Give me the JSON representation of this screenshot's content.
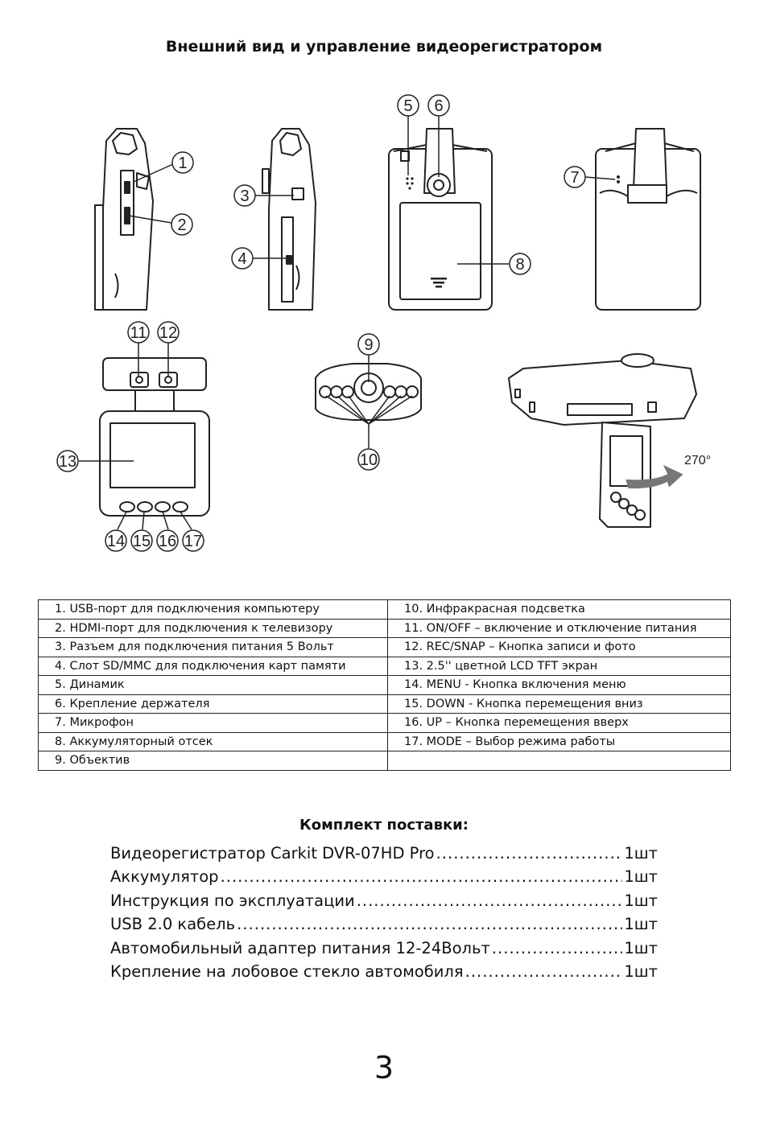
{
  "title": "Внешний вид и  управление видеорегистратором",
  "callouts": [
    "1",
    "2",
    "3",
    "4",
    "5",
    "6",
    "7",
    "8",
    "9",
    "10",
    "11",
    "12",
    "13",
    "14",
    "15",
    "16",
    "17"
  ],
  "rotation_label": "270°",
  "legend": {
    "left": [
      "1. USB-порт для подключения компьютеру",
      "2. HDMI-порт для подключения к телевизору",
      "3. Разъем для подключения питания 5 Вольт",
      "4. Слот SD/MMC для подключения карт памяти",
      "5. Динамик",
      "6. Крепление держателя",
      "7. Микрофон",
      "8. Аккумуляторный отсек",
      "9. Объектив"
    ],
    "right": [
      "10. Инфракрасная подсветка",
      "11. ON/OFF – включение и отключение питания",
      "12. REC/SNAP – Кнопка записи и фото",
      "13. 2.5'' цветной LCD TFT экран",
      "14. MENU - Кнопка включения меню",
      "15. DOWN - Кнопка перемещения вниз",
      "16. UP – Кнопка перемещения вверх",
      "17. MODE – Выбор режима работы",
      ""
    ]
  },
  "kit": {
    "title": "Комплект поставки:",
    "items": [
      {
        "name": "Видеорегистратор Carkit DVR-07HD Pro",
        "qty": "1шт"
      },
      {
        "name": "Аккумулятор",
        "qty": "1шт"
      },
      {
        "name": "Инструкция по эксплуатации",
        "qty": "1шт"
      },
      {
        "name": "USB 2.0 кабель",
        "qty": "1шт"
      },
      {
        "name": "Автомобильный адаптер питания 12-24Вольт",
        "qty": "1шт"
      },
      {
        "name": "Крепление на лобовое стекло автомобиля",
        "qty": "1шт"
      }
    ]
  },
  "page_number": "3"
}
